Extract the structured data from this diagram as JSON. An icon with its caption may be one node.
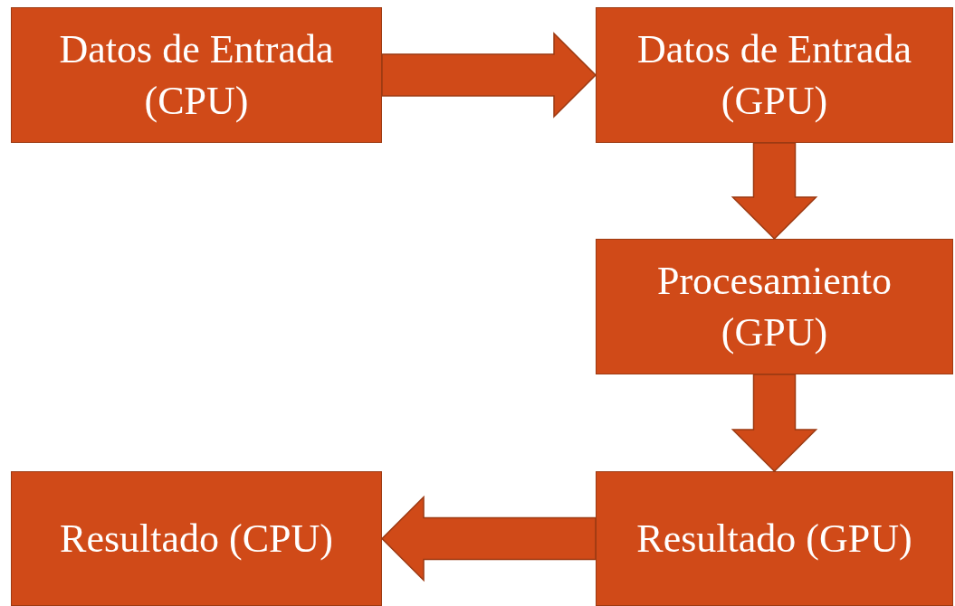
{
  "diagram": {
    "nodes": [
      {
        "text": [
          "Datos de Entrada (CPU)"
        ]
      },
      {
        "text": [
          "Datos de Entrada (GPU)"
        ]
      },
      {
        "text": [
          "Procesamiento (GPU)"
        ]
      },
      {
        "text": [
          "Resultado (GPU)"
        ]
      },
      {
        "text": [
          "Resultado (CPU)"
        ]
      }
    ],
    "edges": [
      {
        "from": 0,
        "to": 1,
        "arrow": "to"
      },
      {
        "from": 1,
        "to": 2,
        "arrow": "to"
      },
      {
        "from": 2,
        "to": 3,
        "arrow": "to"
      },
      {
        "from": 3,
        "to": 4,
        "arrow": "to"
      }
    ]
  }
}
